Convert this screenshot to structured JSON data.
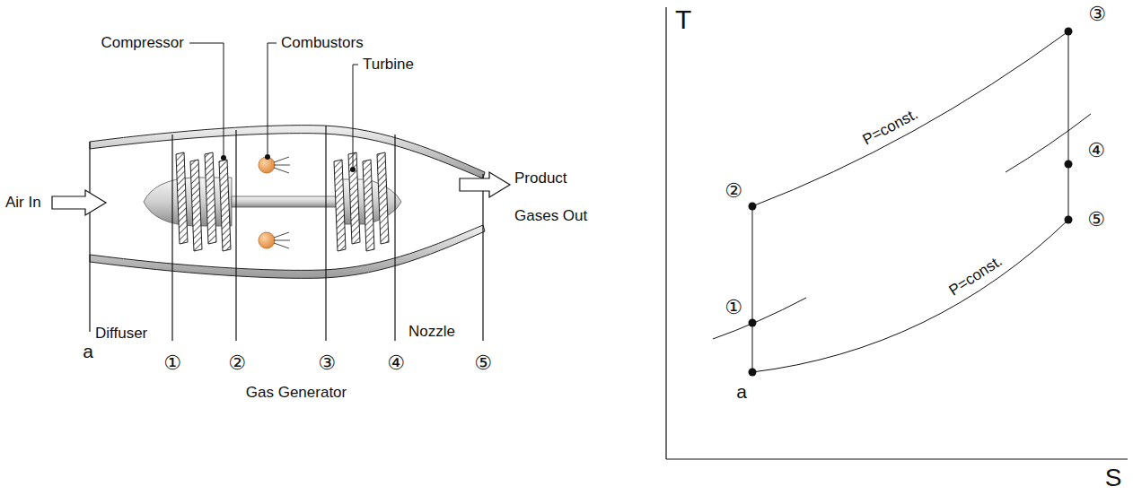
{
  "diagram": {
    "labels": [
      "Compressor",
      "Combustors",
      "Turbine",
      "Air In",
      "Product Gases Out",
      "Diffuser",
      "a",
      "①",
      "②",
      "③",
      "④",
      "⑤",
      "Nozzle",
      "Gas Generator",
      "T",
      "③",
      "②",
      "P=const.",
      "④",
      "⑤",
      "①",
      "P=const.",
      "a",
      "S"
    ]
  }
}
